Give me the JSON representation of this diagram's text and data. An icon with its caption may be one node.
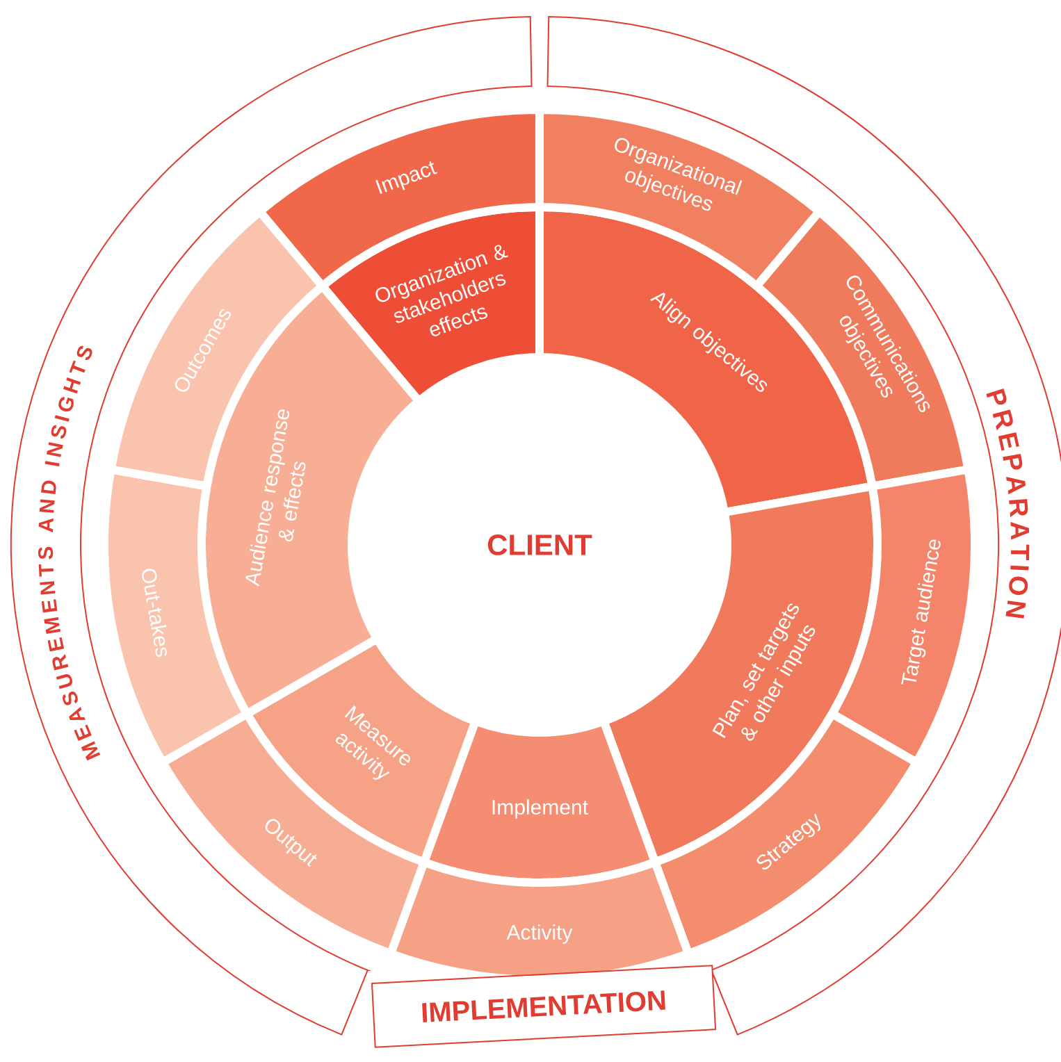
{
  "diagram": {
    "nodes": [
      {
        "text": [
          "CLIENT"
        ]
      },
      {
        "text": [
          "Organization & stakeholders effects"
        ]
      },
      {
        "text": [
          "Align objectives"
        ]
      },
      {
        "text": [
          "Plan, set targets & other inputs"
        ]
      },
      {
        "text": [
          "Implement"
        ]
      },
      {
        "text": [
          "Measure activity"
        ]
      },
      {
        "text": [
          "Audience response & effects"
        ]
      },
      {
        "text": [
          "Impact"
        ]
      },
      {
        "text": [
          "Organizational objectives"
        ]
      },
      {
        "text": [
          "Communications objectives"
        ]
      },
      {
        "text": [
          "Target audience"
        ]
      },
      {
        "text": [
          "Strategy"
        ]
      },
      {
        "text": [
          "Activity"
        ]
      },
      {
        "text": [
          "Output"
        ]
      },
      {
        "text": [
          "Out-takes"
        ]
      },
      {
        "text": [
          "Outcomes"
        ]
      },
      {
        "text": [
          "PREPARATION"
        ]
      },
      {
        "text": [
          "IMPLEMENTATION"
        ]
      },
      {
        "text": [
          "MEASUREMENTS AND INSIGHTS"
        ]
      }
    ]
  }
}
